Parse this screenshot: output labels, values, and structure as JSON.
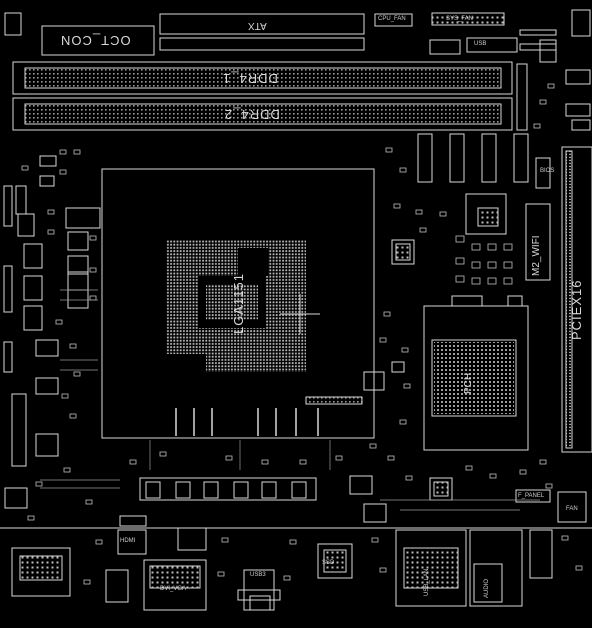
{
  "labels": {
    "oct_con": "OCT_CON",
    "atx": "ATX",
    "ddr4_1": "DDR4_1",
    "ddr4_2": "DDR4_2",
    "lga": "LGA1151",
    "pciex16": "PCIEX16",
    "m2_wifi": "M2_WIFI",
    "usb_lan": "USB_LAN",
    "audio": "AUDIO",
    "hdmi": "HDMI",
    "dvi_vga": "DVI_VGA",
    "usb3": "USB3",
    "pch": "PCH",
    "f_panel": "F_PANEL",
    "fan": "FAN",
    "bios": "BIOS",
    "rear_usb": "USB",
    "sys_fan": "SYS_FAN",
    "cpu_fan": "CPU_FAN",
    "ssd": "SSD"
  },
  "colors": {
    "background": "#000000",
    "outline": "#d8d8d8"
  }
}
